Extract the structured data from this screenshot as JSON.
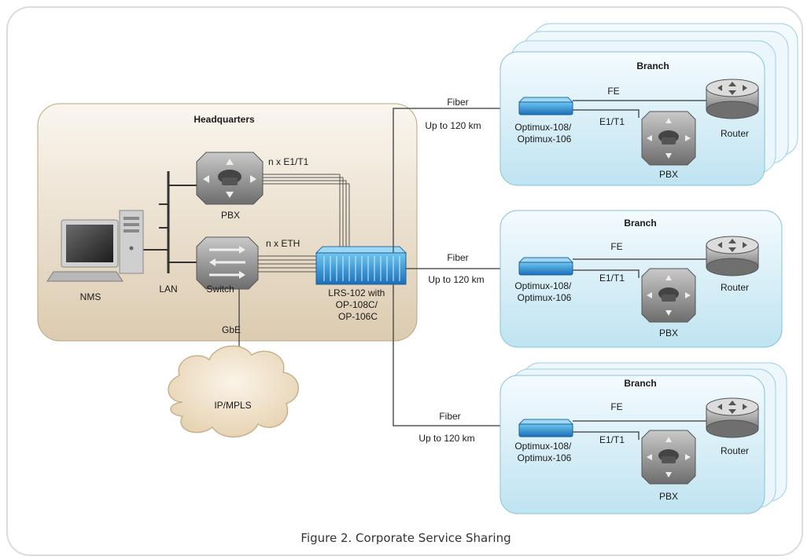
{
  "headquarters": {
    "title": "Headquarters",
    "nms": "NMS",
    "lan": "LAN",
    "switch": "Switch",
    "pbx": "PBX",
    "n_e1t1": "n x E1/T1",
    "n_eth": "n x ETH",
    "gbe": "GbE",
    "lrs_lines": [
      "LRS-102 with",
      "OP-108C/",
      "OP-106C"
    ]
  },
  "cloud": {
    "label": "IP/MPLS"
  },
  "branches": [
    {
      "title": "Branch",
      "fiber": "Fiber",
      "distance": "Up to 120 km",
      "optimux": [
        "Optimux-108/",
        "Optimux-106"
      ],
      "fe": "FE",
      "e1t1": "E1/T1",
      "router": "Router",
      "pbx": "PBX"
    },
    {
      "title": "Branch",
      "fiber": "Fiber",
      "distance": "Up to 120 km",
      "optimux": [
        "Optimux-108/",
        "Optimux-106"
      ],
      "fe": "FE",
      "e1t1": "E1/T1",
      "router": "Router",
      "pbx": "PBX"
    },
    {
      "title": "Branch",
      "fiber": "Fiber",
      "distance": "Up to 120 km",
      "optimux": [
        "Optimux-108/",
        "Optimux-106"
      ],
      "fe": "FE",
      "e1t1": "E1/T1",
      "router": "Router",
      "pbx": "PBX"
    }
  ],
  "caption": "Figure 2.  Corporate Service Sharing"
}
